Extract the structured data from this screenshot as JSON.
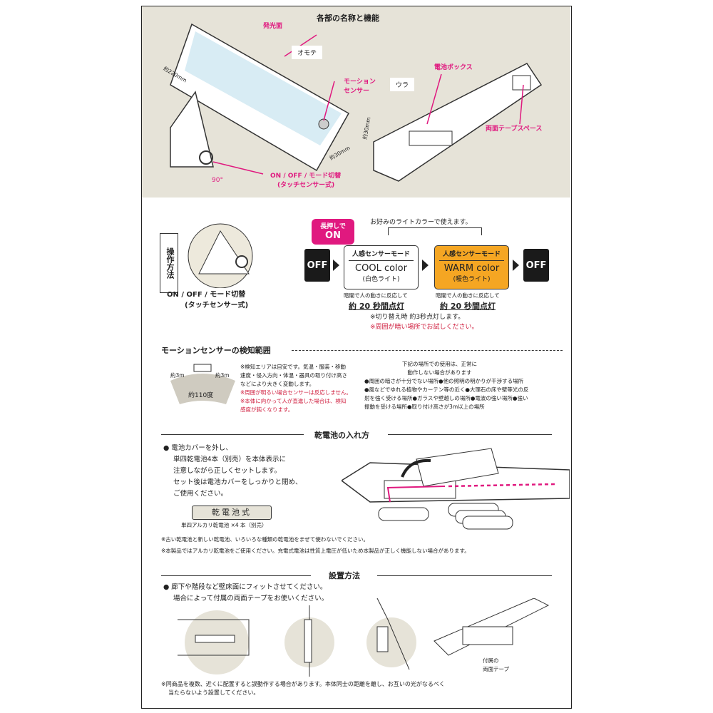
{
  "top": {
    "title": "各部の名称と機能",
    "front": "オモテ",
    "back": "ウラ",
    "emitting": "発光面",
    "motion_sensor": "モーション\nセンサー",
    "battery_box": "電池ボックス",
    "tape_space": "両面テープスペース",
    "len": "約220mm",
    "h": "約30mm",
    "w": "約30mm",
    "angle": "90°",
    "switch": "ON / OFF / モード切替",
    "switch_sub": "(タッチセンサー式)"
  },
  "operation": {
    "title": "操作方法",
    "switch": "ON / OFF / モード切替",
    "switch_sub": "(タッチセンサー式)",
    "long_press": "長押しで",
    "on": "ON",
    "pref": "お好みのライトカラーで使えます。",
    "off": "OFF",
    "modes": [
      {
        "head": "人感センサーモード",
        "color": "COOL color",
        "sub": "(白色ライト)",
        "desc": "暗闇で人の動きに反応して",
        "time": "約 20 秒間点灯"
      },
      {
        "head": "人感センサーモード",
        "color": "WARM color",
        "sub": "(暖色ライト)",
        "desc": "暗闇で人の動きに反応して",
        "time": "約 20 秒間点灯"
      }
    ],
    "note1": "※切り替え時 約3秒点灯します。",
    "note2": "※周囲が暗い場所でお試しください。",
    "warm_color": "#f5a623",
    "pink": "#e0197f"
  },
  "sensor": {
    "title": "モーションセンサーの検知範囲",
    "r1": "約3m",
    "r2": "約3m",
    "angle": "約110度",
    "notes": [
      "※検知エリアは目安です。気温・服装・移動",
      "速度・侵入方向・体温・器具の取り付け高さ",
      "などにより大きく変動します。"
    ],
    "red_notes": [
      "※周囲が明るい場合センサーは反応しません。",
      "※本体に向かって人が直進した場合は、検知",
      "感度が鈍くなります。"
    ],
    "warn_head": [
      "下記の場所での使用は、正常に",
      "動作しない場合があります"
    ],
    "warn_lines": [
      "●周囲の暗さが十分でない場所●他の照明の明かりが干渉する場所",
      "●風などでゆれる植物やカーテン等の近く●大理石の床や壁等光の反",
      "射を強く受ける場所●ガラスや壁越しの場所●電波の強い場所●強い",
      "振動を受ける場所●取り付け高さが3m以上の場所"
    ]
  },
  "battery": {
    "title": "乾電池の入れ方",
    "lines": [
      "● 電池カバーを外し、",
      "単四乾電池4本（別売）を本体表示に",
      "注意しながら正しくセットします。",
      "セット後は電池カバーをしっかりと閉め、",
      "ご使用ください。"
    ],
    "badge": "乾電池式",
    "badge_sub": "単四アルカリ乾電池 ×4 本（別売）",
    "notes": [
      "※古い乾電池と新しい乾電池、いろいろな種類の乾電池をまぜて使わないでください。",
      "※本製品ではアルカリ乾電池をご使用ください。充電式電池は性質上電圧が低いため本製品が正しく機能しない場合があります。"
    ]
  },
  "install": {
    "title": "設置方法",
    "lines": [
      "● 廊下や階段など壁床面にフィットさせてください。",
      "場合によって付属の両面テープをお使いください。"
    ],
    "tape": "付属の\n両面テープ",
    "notes": [
      "※同商品を複数、近くに配置すると誤動作する場合があります。本体同士の距離を離し、お互いの光がなるべく",
      "当たらないよう設置してください。"
    ]
  }
}
